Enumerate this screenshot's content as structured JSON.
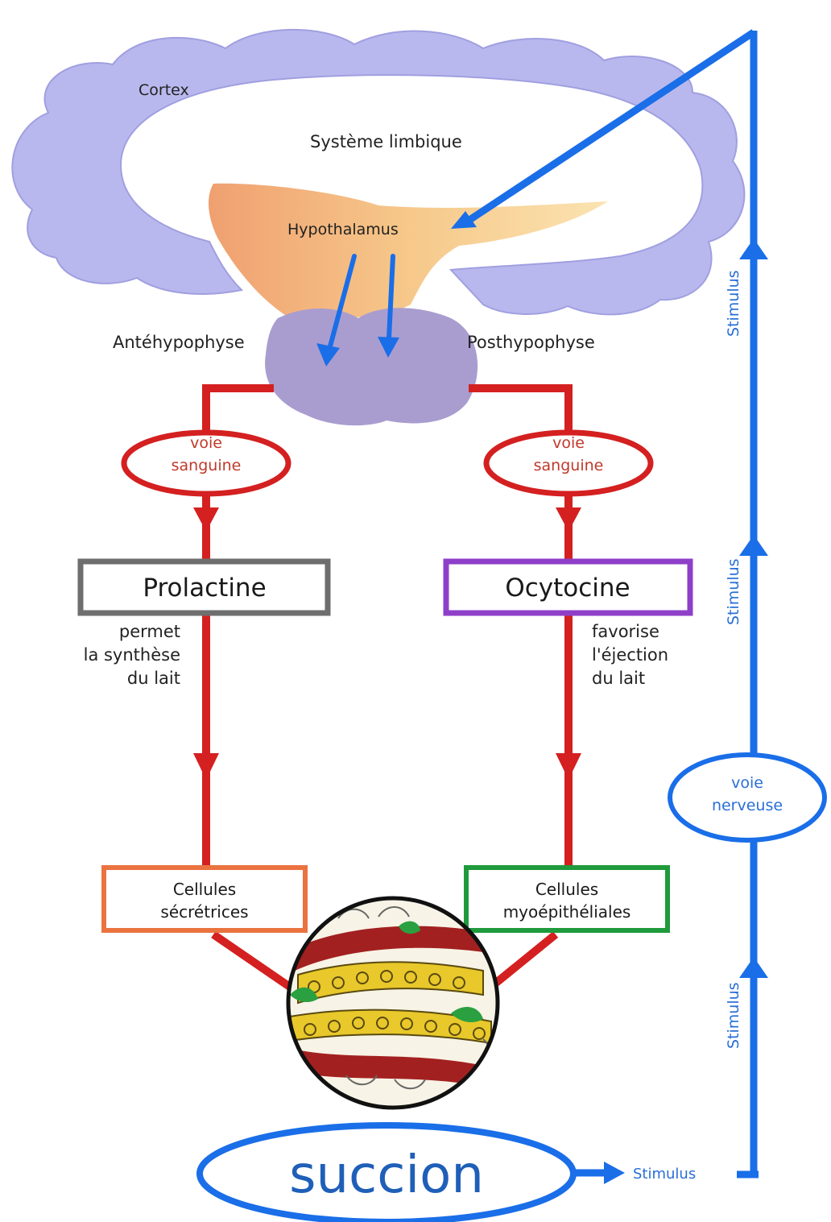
{
  "labels": {
    "cortex": "Cortex",
    "limbic": "Système limbique",
    "hypothalamus": "Hypothalamus",
    "antehypophyse": "Antéhypophyse",
    "posthypophyse": "Posthypophyse"
  },
  "blood_route": {
    "left_line1": "voie",
    "left_line2": "sanguine",
    "right_line1": "voie",
    "right_line2": "sanguine"
  },
  "hormones": {
    "prolactine": "Prolactine",
    "ocytocine": "Ocytocine"
  },
  "effects": {
    "prolactine_line1": "permet",
    "prolactine_line2": "la synthèse",
    "prolactine_line3": "du lait",
    "ocytocine_line1": "favorise",
    "ocytocine_line2": "l'éjection",
    "ocytocine_line3": "du lait"
  },
  "cells": {
    "secretory_line1": "Cellules",
    "secretory_line2": "sécrétrices",
    "myoepithelial_line1": "Cellules",
    "myoepithelial_line2": "myoépithéliales"
  },
  "nerve_route": {
    "line1": "voie",
    "line2": "nerveuse"
  },
  "stimulus": {
    "vertical_top": "Stimulus",
    "vertical_mid": "Stimulus",
    "vertical_low": "Stimulus",
    "horizontal": "Stimulus"
  },
  "succion": "succion",
  "colors": {
    "cortex": "#b9b8ee",
    "hypothalamus": "#f3b97a",
    "pituitary": "#a99dd0",
    "blood_red": "#d42020",
    "nerve_blue": "#1a6ee8",
    "prolactine_border": "#6e6e6e",
    "ocytocine_border": "#8e3fc8",
    "secretory_border": "#ea7340",
    "myoepithelial_border": "#1f9a3c"
  }
}
